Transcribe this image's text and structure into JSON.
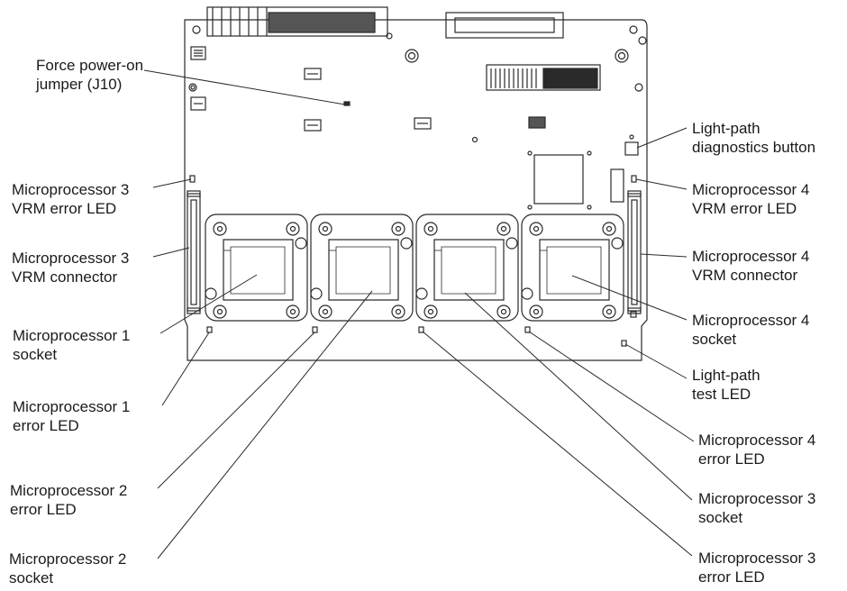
{
  "labels": {
    "force_power_on": [
      "Force power-on",
      "jumper (J10)"
    ],
    "mp3_vrm_led": [
      "Microprocessor 3",
      "VRM error LED"
    ],
    "mp3_vrm_conn": [
      "Microprocessor 3",
      "VRM connector"
    ],
    "mp1_socket": [
      "Microprocessor 1",
      "socket"
    ],
    "mp1_error_led": [
      "Microprocessor 1",
      "error LED"
    ],
    "mp2_error_led": [
      "Microprocessor 2",
      "error LED"
    ],
    "mp2_socket": [
      "Microprocessor 2",
      "socket"
    ],
    "lightpath_button": [
      "Light-path",
      "diagnostics button"
    ],
    "mp4_vrm_led": [
      "Microprocessor 4",
      "VRM error LED"
    ],
    "mp4_vrm_conn": [
      "Microprocessor 4",
      "VRM connector"
    ],
    "mp4_socket": [
      "Microprocessor 4",
      "socket"
    ],
    "lightpath_test_led": [
      "Light-path",
      "test LED"
    ],
    "mp4_error_led": [
      "Microprocessor 4",
      "error LED"
    ],
    "mp3_socket": [
      "Microprocessor 3",
      "socket"
    ],
    "mp3_error_led": [
      "Microprocessor 3",
      "error LED"
    ]
  },
  "colors": {
    "line": "#2a2a2a",
    "board": "#ffffff",
    "dark": "#3a3a3a"
  }
}
